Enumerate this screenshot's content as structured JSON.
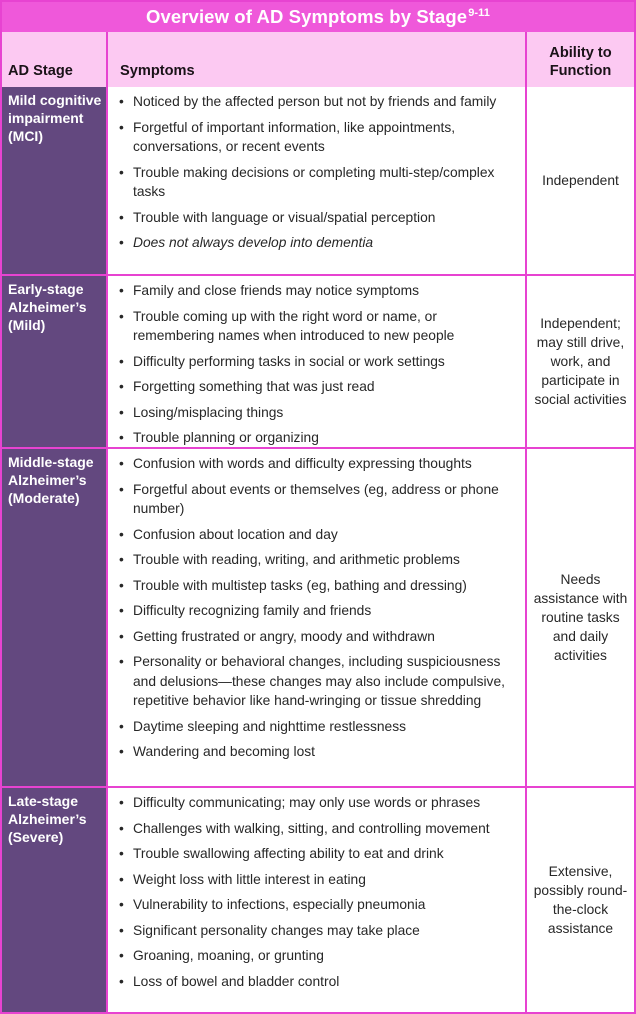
{
  "colors": {
    "title_bar": "#EF58DA",
    "grid_border": "#E743D1",
    "header_pink": "#FCC9F2",
    "stage_purple": "#63487F",
    "body_text": "#272727"
  },
  "title": {
    "text": "Overview of AD Symptoms by Stage",
    "superscript": "9-11"
  },
  "columns": {
    "stage": "AD Stage",
    "symptoms": "Symptoms",
    "ability": "Ability to Function"
  },
  "rows": [
    {
      "stage": "Mild cognitive impairment (MCI)",
      "ability": "Independent",
      "symptoms": [
        {
          "text": "Noticed by the affected person but not by friends and family",
          "italic": false
        },
        {
          "text": "Forgetful of important information, like appointments, conversations, or recent events",
          "italic": false
        },
        {
          "text": "Trouble making decisions or completing multi-step/complex tasks",
          "italic": false
        },
        {
          "text": "Trouble with language or visual/spatial perception",
          "italic": false
        },
        {
          "text": "Does not always develop into dementia",
          "italic": true
        }
      ]
    },
    {
      "stage": "Early-stage Alzheimer’s (Mild)",
      "ability": "Independent; may still drive, work, and participate in social activities",
      "symptoms": [
        {
          "text": "Family and close friends may notice symptoms",
          "italic": false
        },
        {
          "text": "Trouble coming up with the right word or name, or remembering names when introduced to new people",
          "italic": false
        },
        {
          "text": "Difficulty performing tasks in social or work settings",
          "italic": false
        },
        {
          "text": "Forgetting something that was just read",
          "italic": false
        },
        {
          "text": "Losing/misplacing things",
          "italic": false
        },
        {
          "text": "Trouble planning or organizing",
          "italic": false
        }
      ]
    },
    {
      "stage": "Middle-stage Alzheimer’s (Moderate)",
      "ability": "Needs assistance with routine tasks and daily activities",
      "symptoms": [
        {
          "text": "Confusion with words and difficulty expressing thoughts",
          "italic": false
        },
        {
          "text": "Forgetful about events or themselves (eg, address or phone number)",
          "italic": false
        },
        {
          "text": "Confusion about location and day",
          "italic": false
        },
        {
          "text": "Trouble with reading, writing, and arithmetic problems",
          "italic": false
        },
        {
          "text": "Trouble with multistep tasks (eg, bathing and dressing)",
          "italic": false
        },
        {
          "text": "Difficulty recognizing family and friends",
          "italic": false
        },
        {
          "text": "Getting frustrated or angry, moody and withdrawn",
          "italic": false
        },
        {
          "text": "Personality or behavioral changes, including suspiciousness and delusions—these changes may also include compulsive, repetitive behavior like hand-wringing or tissue shredding",
          "italic": false
        },
        {
          "text": "Daytime sleeping and nighttime restlessness",
          "italic": false
        },
        {
          "text": "Wandering and becoming lost",
          "italic": false
        }
      ]
    },
    {
      "stage": "Late-stage Alzheimer’s (Severe)",
      "ability": "Extensive, possibly round-the-clock assistance",
      "symptoms": [
        {
          "text": "Difficulty communicating; may only use words or phrases",
          "italic": false
        },
        {
          "text": "Challenges with walking, sitting, and controlling movement",
          "italic": false
        },
        {
          "text": "Trouble swallowing affecting ability to eat and drink",
          "italic": false
        },
        {
          "text": "Weight loss with little interest in eating",
          "italic": false
        },
        {
          "text": "Vulnerability to infections, especially pneumonia",
          "italic": false
        },
        {
          "text": "Significant personality changes may take place",
          "italic": false
        },
        {
          "text": "Groaning, moaning, or grunting",
          "italic": false
        },
        {
          "text": "Loss of bowel and bladder control",
          "italic": false
        }
      ]
    }
  ]
}
